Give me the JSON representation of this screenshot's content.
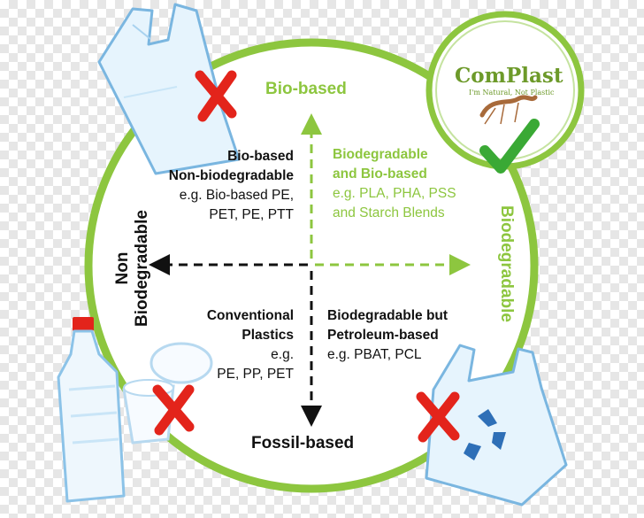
{
  "axes": {
    "top": "Bio-based",
    "bottom": "Fossil-based",
    "left_line1": "Non",
    "left_line2": "Biodegradable",
    "right": "Biodegradable"
  },
  "quadrants": {
    "top_left": {
      "line1": "Bio-based",
      "line2": "Non-biodegradable",
      "line3": "e.g. Bio-based PE,",
      "line4": "PET, PE, PTT"
    },
    "top_right": {
      "line1": "Biodegradable",
      "line2": "and Bio-based",
      "line3": "e.g. PLA, PHA, PSS",
      "line4": "and Starch Blends"
    },
    "bottom_left": {
      "line1": "Conventional",
      "line2": "Plastics",
      "line3": "e.g.",
      "line4": "PE, PP, PET"
    },
    "bottom_right": {
      "line1": "Biodegradable but",
      "line2": "Petroleum-based",
      "line3": "e.g. PBAT, PCL"
    }
  },
  "logo": {
    "name": "ComPlast",
    "tagline": "I'm Natural, Not Plastic"
  },
  "colors": {
    "green": "#8dc63f",
    "dark_green": "#6d9a2a",
    "cross_red": "#e3241b",
    "check_green": "#3aa935",
    "recycle_blue": "#2e6fb7"
  },
  "icons": [
    "plastic-bag-icon",
    "compost-logo-icon",
    "bottle-and-cups-icon",
    "recycle-bag-icon",
    "cross-icon",
    "check-icon"
  ]
}
